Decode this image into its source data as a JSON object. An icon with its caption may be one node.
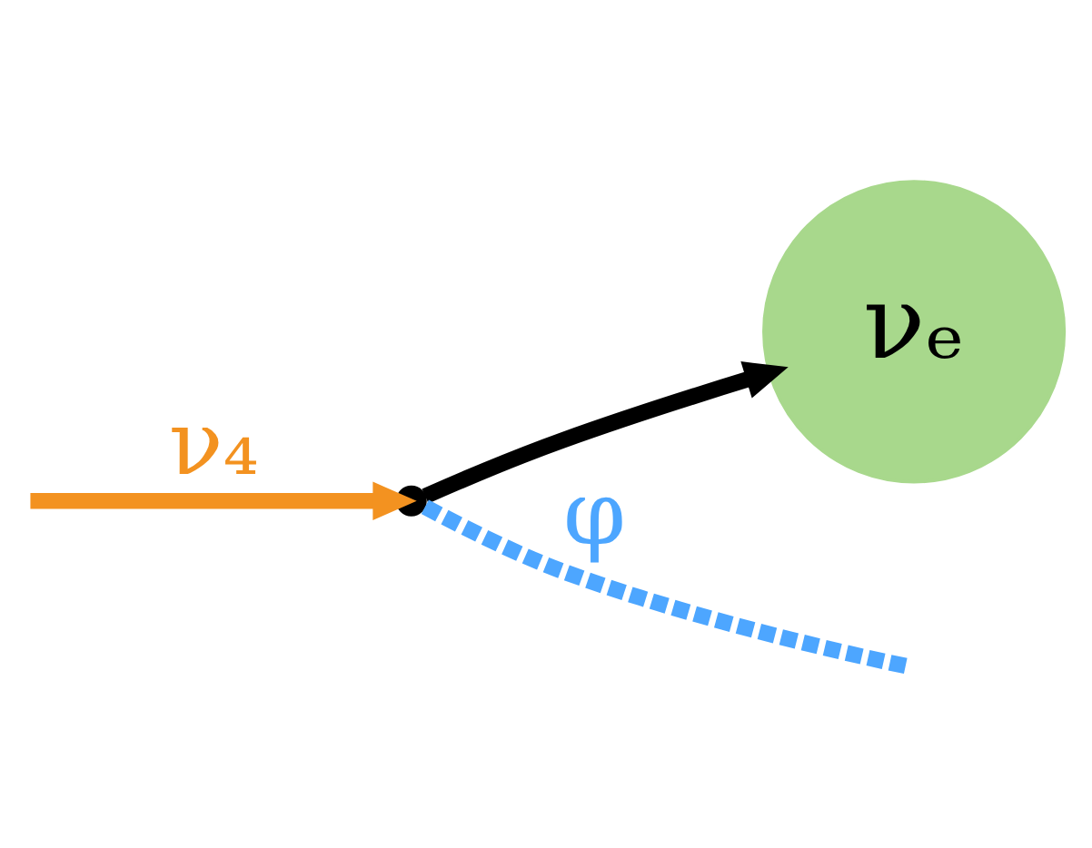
{
  "diagram": {
    "nodes": [
      {
        "text": [],
        "shape": "point"
      },
      {
        "text": [
          "νₑ"
        ]
      }
    ],
    "edges": [
      {
        "from": 0,
        "to": null,
        "arrow": "none",
        "label": "φ",
        "style": "dashed",
        "color": "#4da6ff"
      },
      {
        "from": null,
        "to": 0,
        "arrow": "to",
        "label": "ν₄",
        "color": "#f39220"
      },
      {
        "from": 0,
        "to": 1,
        "arrow": "to",
        "color": "#000000"
      }
    ]
  }
}
